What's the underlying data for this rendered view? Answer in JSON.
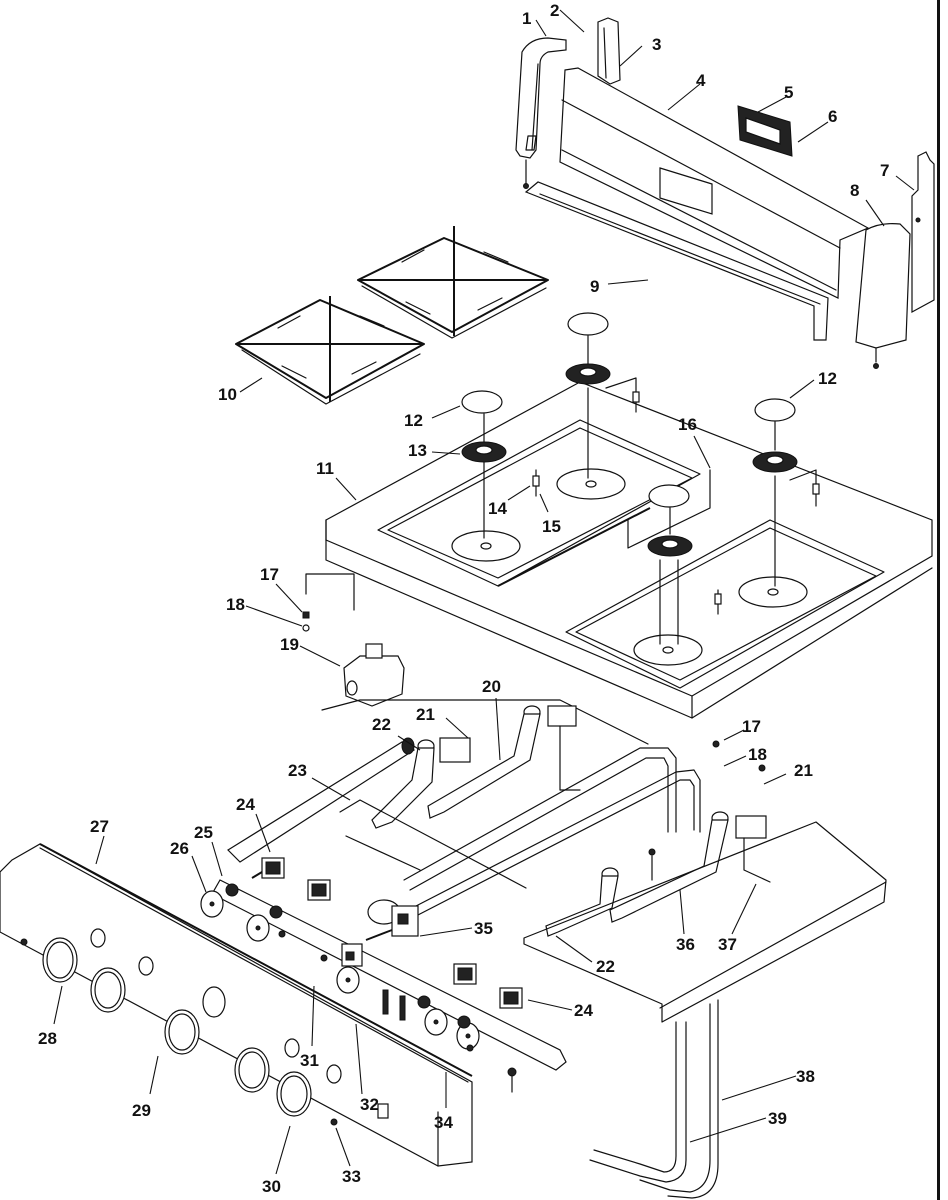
{
  "diagram": {
    "title": "Gas Range Cooktop / Backguard / Control Panel Exploded View",
    "type": "exploded-parts-diagram",
    "colors": {
      "line": "#111111",
      "background": "#ffffff"
    },
    "callouts": [
      {
        "label": "1",
        "part": "backguard end cap (left)"
      },
      {
        "label": "2",
        "part": "screw"
      },
      {
        "label": "3",
        "part": "backguard bracket"
      },
      {
        "label": "4",
        "part": "backguard panel"
      },
      {
        "label": "5",
        "part": "clock / timer control"
      },
      {
        "label": "6",
        "part": "screw"
      },
      {
        "label": "7",
        "part": "backguard bracket (right)"
      },
      {
        "label": "8",
        "part": "backguard end cap (right)"
      },
      {
        "label": "9",
        "part": "backguard trim"
      },
      {
        "label": "10",
        "part": "burner grate"
      },
      {
        "label": "11",
        "part": "cooktop"
      },
      {
        "label": "12",
        "part": "burner cap"
      },
      {
        "label": "13",
        "part": "burner head"
      },
      {
        "label": "14",
        "part": "spark igniter"
      },
      {
        "label": "15",
        "part": "igniter wire"
      },
      {
        "label": "16",
        "part": "wire harness"
      },
      {
        "label": "17",
        "part": "nut"
      },
      {
        "label": "18",
        "part": "screw"
      },
      {
        "label": "19",
        "part": "pressure regulator"
      },
      {
        "label": "20",
        "part": "burner tube"
      },
      {
        "label": "21",
        "part": "screw"
      },
      {
        "label": "22",
        "part": "burner tube"
      },
      {
        "label": "23",
        "part": "manifold pipe"
      },
      {
        "label": "24",
        "part": "burner valve"
      },
      {
        "label": "25",
        "part": "switch"
      },
      {
        "label": "26",
        "part": "knob bezel"
      },
      {
        "label": "27",
        "part": "control panel"
      },
      {
        "label": "28",
        "part": "knob"
      },
      {
        "label": "29",
        "part": "knob"
      },
      {
        "label": "30",
        "part": "screw"
      },
      {
        "label": "31",
        "part": "bracket"
      },
      {
        "label": "32",
        "part": "screw"
      },
      {
        "label": "33",
        "part": "clip"
      },
      {
        "label": "34",
        "part": "screw"
      },
      {
        "label": "35",
        "part": "oven valve / thermostat"
      },
      {
        "label": "36",
        "part": "burner tube"
      },
      {
        "label": "37",
        "part": "burner bracket"
      },
      {
        "label": "38",
        "part": "oven gas tube"
      },
      {
        "label": "39",
        "part": "oven gas tube"
      }
    ]
  }
}
